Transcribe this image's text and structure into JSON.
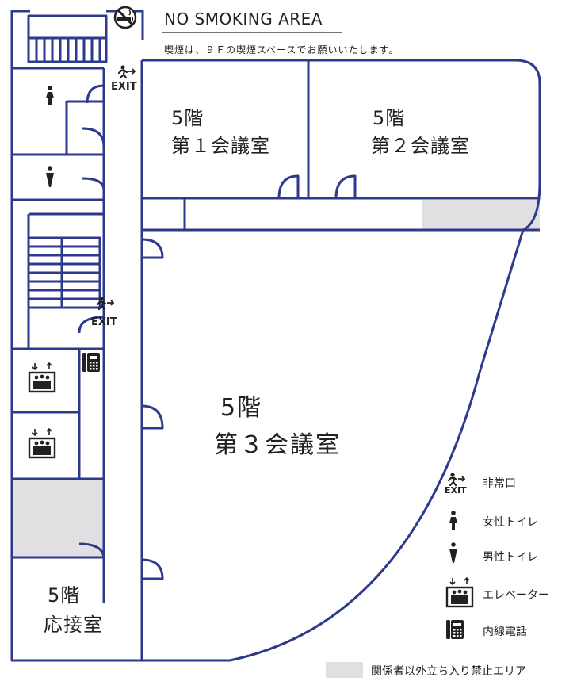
{
  "nosmoking": {
    "title": "NO SMOKING AREA",
    "subtitle": "喫煙は、９Ｆの喫煙スペースでお願いいたします。",
    "icon": "no-smoking-icon"
  },
  "exits": [
    {
      "label": "EXIT",
      "icon": "emergency-exit-icon"
    },
    {
      "label": "EXIT",
      "icon": "emergency-exit-icon"
    }
  ],
  "rooms": {
    "room1": {
      "floor": "5階",
      "name": "第１会議室"
    },
    "room2": {
      "floor": "5階",
      "name": "第２会議室"
    },
    "room3": {
      "floor": "5階",
      "name": "第３会議室"
    },
    "reception": {
      "floor": "5階",
      "name": "応接室"
    }
  },
  "legend": [
    {
      "icon": "emergency-exit-icon",
      "icon_text": "EXIT",
      "label": "非常口"
    },
    {
      "icon": "womens-restroom-icon",
      "label": "女性トイレ"
    },
    {
      "icon": "mens-restroom-icon",
      "label": "男性トイレ"
    },
    {
      "icon": "elevator-icon",
      "label": "エレベーター"
    },
    {
      "icon": "extension-phone-icon",
      "label": "内線電話"
    }
  ],
  "restricted": {
    "label": "関係者以外立ち入り禁止エリア"
  },
  "colors": {
    "wall": "#2d3a8c",
    "restricted": "#e2dfe2",
    "text": "#222222"
  }
}
